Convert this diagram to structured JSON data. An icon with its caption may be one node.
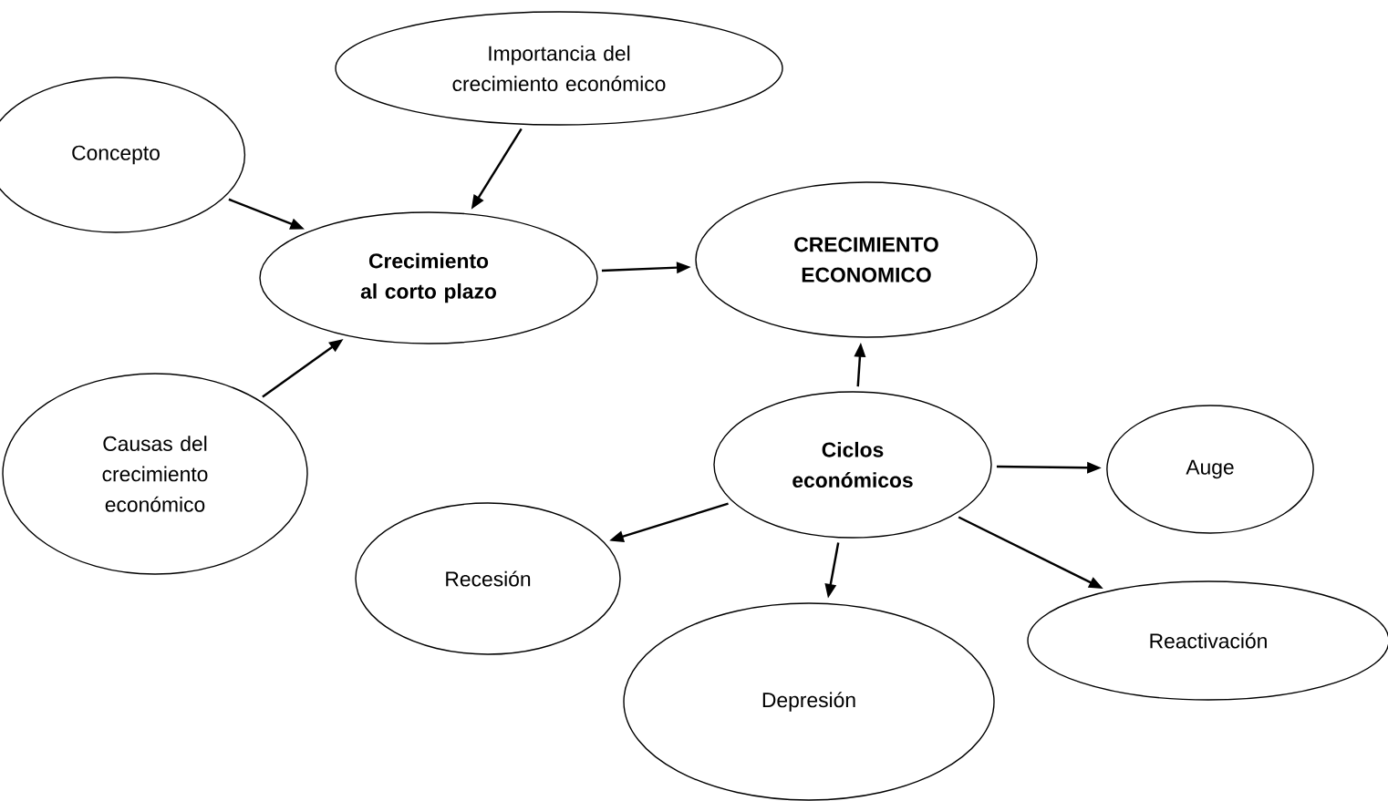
{
  "diagram": {
    "nodes": [
      {
        "text": [
          "Importancia del crecimiento económico"
        ]
      },
      {
        "text": [
          "Concepto"
        ]
      },
      {
        "text": [
          "CRECIMIENTO ECONOMICO"
        ]
      },
      {
        "text": [
          "Crecimiento al corto plazo"
        ]
      },
      {
        "text": [
          "Causas del crecimiento económico"
        ]
      },
      {
        "text": [
          "Ciclos económicos"
        ]
      },
      {
        "text": [
          "Auge"
        ]
      },
      {
        "text": [
          "Recesión"
        ]
      },
      {
        "text": [
          "Reactivación"
        ]
      },
      {
        "text": [
          "Depresión"
        ]
      }
    ],
    "edges": [
      {
        "from": 1,
        "to": 3,
        "arrow": "to"
      },
      {
        "from": 0,
        "to": 3,
        "arrow": "to"
      },
      {
        "from": 4,
        "to": 3,
        "arrow": "to"
      },
      {
        "from": 3,
        "to": 2,
        "arrow": "to"
      },
      {
        "from": 5,
        "to": 2,
        "arrow": "to"
      },
      {
        "from": 5,
        "to": 6,
        "arrow": "to"
      },
      {
        "from": 5,
        "to": 7,
        "arrow": "to"
      },
      {
        "from": 5,
        "to": 9,
        "arrow": "to"
      },
      {
        "from": 5,
        "to": 8,
        "arrow": "to"
      }
    ]
  }
}
